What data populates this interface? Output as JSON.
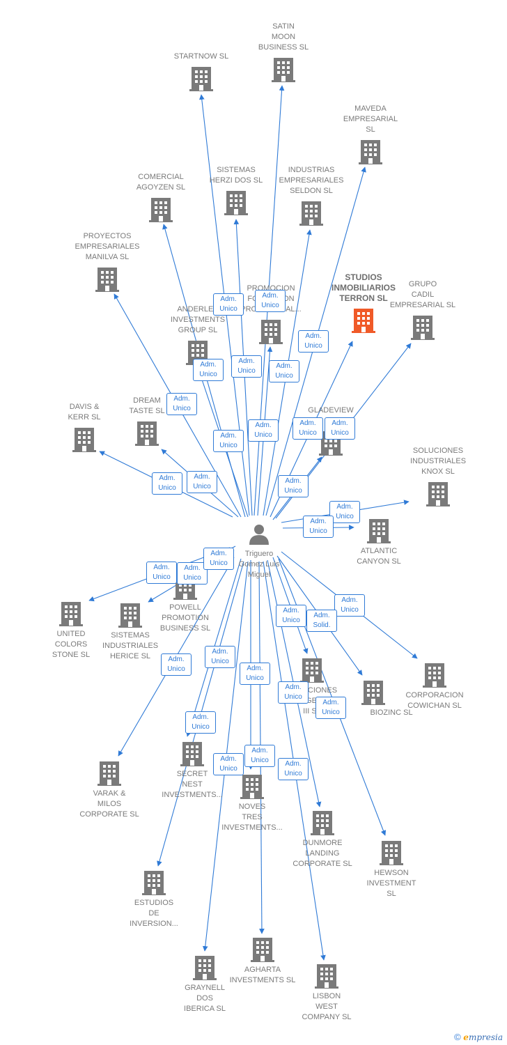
{
  "colors": {
    "edge": "#2f7ad6",
    "building": "#7a7a7a",
    "highlight": "#f05a28",
    "person": "#7a7a7a"
  },
  "center": {
    "id": "person",
    "icon": "person-icon",
    "label": [
      "Triguero",
      "Gomez Luis",
      "Miguel"
    ]
  },
  "companies": [
    {
      "id": "satin",
      "label": [
        "SATIN",
        "MOON",
        "BUSINESS SL"
      ]
    },
    {
      "id": "startnow",
      "label": [
        "STARTNOW SL"
      ]
    },
    {
      "id": "maveda",
      "label": [
        "MAVEDA",
        "EMPRESARIAL",
        "SL"
      ]
    },
    {
      "id": "comercial",
      "label": [
        "COMERCIAL",
        "AGOYZEN SL"
      ]
    },
    {
      "id": "sistemas_herzi",
      "label": [
        "SISTEMAS",
        "HERZI DOS SL"
      ]
    },
    {
      "id": "industrias",
      "label": [
        "INDUSTRIAS",
        "EMPRESARIALES",
        "SELDON SL"
      ]
    },
    {
      "id": "proyectos",
      "label": [
        "PROYECTOS",
        "EMPRESARIALES",
        "MANILVA SL"
      ]
    },
    {
      "id": "promocion",
      "label": [
        "PROMOCION",
        "FORMACION",
        "PROFESIONAL..."
      ]
    },
    {
      "id": "studios",
      "label": [
        "STUDIOS",
        "INMOBILIARIOS",
        "TERRON SL"
      ],
      "highlight": true
    },
    {
      "id": "grupo",
      "label": [
        "GRUPO",
        "CADIL",
        "EMPRESARIAL SL"
      ]
    },
    {
      "id": "anderley",
      "label": [
        "ANDERLEY",
        "INVESTMENTS",
        "GROUP SL"
      ]
    },
    {
      "id": "davis",
      "label": [
        "DAVIS &",
        "KERR SL"
      ]
    },
    {
      "id": "dream",
      "label": [
        "DREAM",
        "TASTE SL"
      ]
    },
    {
      "id": "gladeview",
      "label": [
        "GLADEVIEW",
        "SL"
      ]
    },
    {
      "id": "soluciones_knox",
      "label": [
        "SOLUCIONES",
        "INDUSTRIALES",
        "KNOX SL"
      ]
    },
    {
      "id": "atlantic",
      "label": [
        "ATLANTIC",
        "CANYON SL"
      ]
    },
    {
      "id": "united",
      "label": [
        "UNITED",
        "COLORS",
        "STONE SL"
      ]
    },
    {
      "id": "sistemas_herice",
      "label": [
        "SISTEMAS",
        "INDUSTRIALES",
        "HERICE SL"
      ]
    },
    {
      "id": "powell",
      "label": [
        "POWELL",
        "PROMOTION",
        "BUSINESS SL"
      ]
    },
    {
      "id": "corporacion",
      "label": [
        "CORPORACION",
        "COWICHAN SL"
      ]
    },
    {
      "id": "soluciones_iii",
      "label": [
        "SOLUCIONES",
        "ENERGETICAS",
        "III SL"
      ]
    },
    {
      "id": "biozinc",
      "label": [
        "BIOZINC SL"
      ]
    },
    {
      "id": "varak",
      "label": [
        "VARAK &",
        "MILOS",
        "CORPORATE SL"
      ]
    },
    {
      "id": "secret",
      "label": [
        "SECRET",
        "NEST",
        "INVESTMENTS..."
      ]
    },
    {
      "id": "noves",
      "label": [
        "NOVES",
        "TRES",
        "INVESTMENTS..."
      ]
    },
    {
      "id": "dunmore",
      "label": [
        "DUNMORE",
        "LANDING",
        "CORPORATE SL"
      ]
    },
    {
      "id": "hewson",
      "label": [
        "HEWSON",
        "INVESTMENT",
        "SL"
      ]
    },
    {
      "id": "estudios",
      "label": [
        "ESTUDIOS",
        "DE",
        "INVERSION..."
      ]
    },
    {
      "id": "agharta",
      "label": [
        "AGHARTA",
        "INVESTMENTS SL"
      ]
    },
    {
      "id": "graynell",
      "label": [
        "GRAYNELL",
        "DOS",
        "IBERICA SL"
      ]
    },
    {
      "id": "lisbon",
      "label": [
        "LISBON",
        "WEST",
        "COMPANY SL"
      ]
    }
  ],
  "edges": [
    {
      "to": "satin",
      "role": [
        "Adm.",
        "Unico"
      ]
    },
    {
      "to": "startnow",
      "role": [
        "Adm.",
        "Unico"
      ]
    },
    {
      "to": "maveda",
      "role": [
        "Adm.",
        "Unico"
      ]
    },
    {
      "to": "comercial",
      "role": [
        "Adm.",
        "Unico"
      ]
    },
    {
      "to": "sistemas_herzi",
      "role": [
        "Adm.",
        "Unico"
      ]
    },
    {
      "to": "industrias",
      "role": [
        "Adm.",
        "Unico"
      ]
    },
    {
      "to": "proyectos",
      "role": [
        "Adm.",
        "Unico"
      ]
    },
    {
      "to": "promocion",
      "role": [
        "Adm.",
        "Unico"
      ]
    },
    {
      "to": "studios",
      "role": [
        "Adm.",
        "Unico"
      ]
    },
    {
      "to": "grupo",
      "role": [
        "Adm.",
        "Unico"
      ]
    },
    {
      "to": "anderley",
      "role": [
        "Adm.",
        "Unico"
      ]
    },
    {
      "to": "davis",
      "role": [
        "Adm.",
        "Unico"
      ]
    },
    {
      "to": "dream",
      "role": [
        "Adm.",
        "Unico"
      ]
    },
    {
      "to": "gladeview",
      "role": [
        "Adm.",
        "Unico"
      ]
    },
    {
      "to": "soluciones_knox",
      "role": [
        "Adm.",
        "Unico"
      ]
    },
    {
      "to": "atlantic",
      "role": [
        "Adm.",
        "Unico"
      ]
    },
    {
      "to": "united",
      "role": [
        "Adm.",
        "Unico"
      ]
    },
    {
      "to": "sistemas_herice",
      "role": [
        "Adm.",
        "Unico"
      ]
    },
    {
      "to": "powell",
      "role": [
        "Adm.",
        "Unico"
      ]
    },
    {
      "to": "corporacion",
      "role": [
        "Adm.",
        "Unico"
      ]
    },
    {
      "to": "soluciones_iii",
      "role": [
        "Adm.",
        "Unico"
      ]
    },
    {
      "to": "biozinc",
      "role": [
        "Adm.",
        "Solid."
      ]
    },
    {
      "to": "varak",
      "role": [
        "Adm.",
        "Unico"
      ]
    },
    {
      "to": "secret",
      "role": [
        "Adm.",
        "Unico"
      ]
    },
    {
      "to": "noves",
      "role": [
        "Adm.",
        "Unico"
      ]
    },
    {
      "to": "dunmore",
      "role": [
        "Adm.",
        "Unico"
      ]
    },
    {
      "to": "hewson",
      "role": [
        "Adm.",
        "Unico"
      ]
    },
    {
      "to": "estudios",
      "role": [
        "Adm.",
        "Unico"
      ]
    },
    {
      "to": "agharta",
      "role": [
        "Adm.",
        "Unico"
      ]
    },
    {
      "to": "graynell",
      "role": [
        "Adm.",
        "Unico"
      ]
    },
    {
      "to": "lisbon",
      "role": [
        "Adm.",
        "Unico"
      ]
    }
  ],
  "footer": {
    "copyright": "©",
    "brand_initial": "e",
    "brand_rest": "mpresia"
  }
}
